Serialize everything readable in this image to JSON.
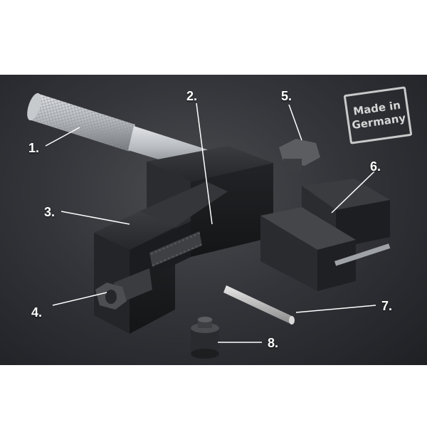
{
  "callouts": {
    "c1": "1.",
    "c2": "2.",
    "c3": "3.",
    "c4": "4.",
    "c5": "5.",
    "c6": "6.",
    "c7": "7.",
    "c8": "8."
  },
  "stamp": {
    "line1": "Made in",
    "line2": "Germany"
  },
  "colors": {
    "background": "#2c2e32",
    "tool_body": "#1d1e21",
    "handle": "#b9bcc0",
    "callout_text": "#ffffff"
  }
}
